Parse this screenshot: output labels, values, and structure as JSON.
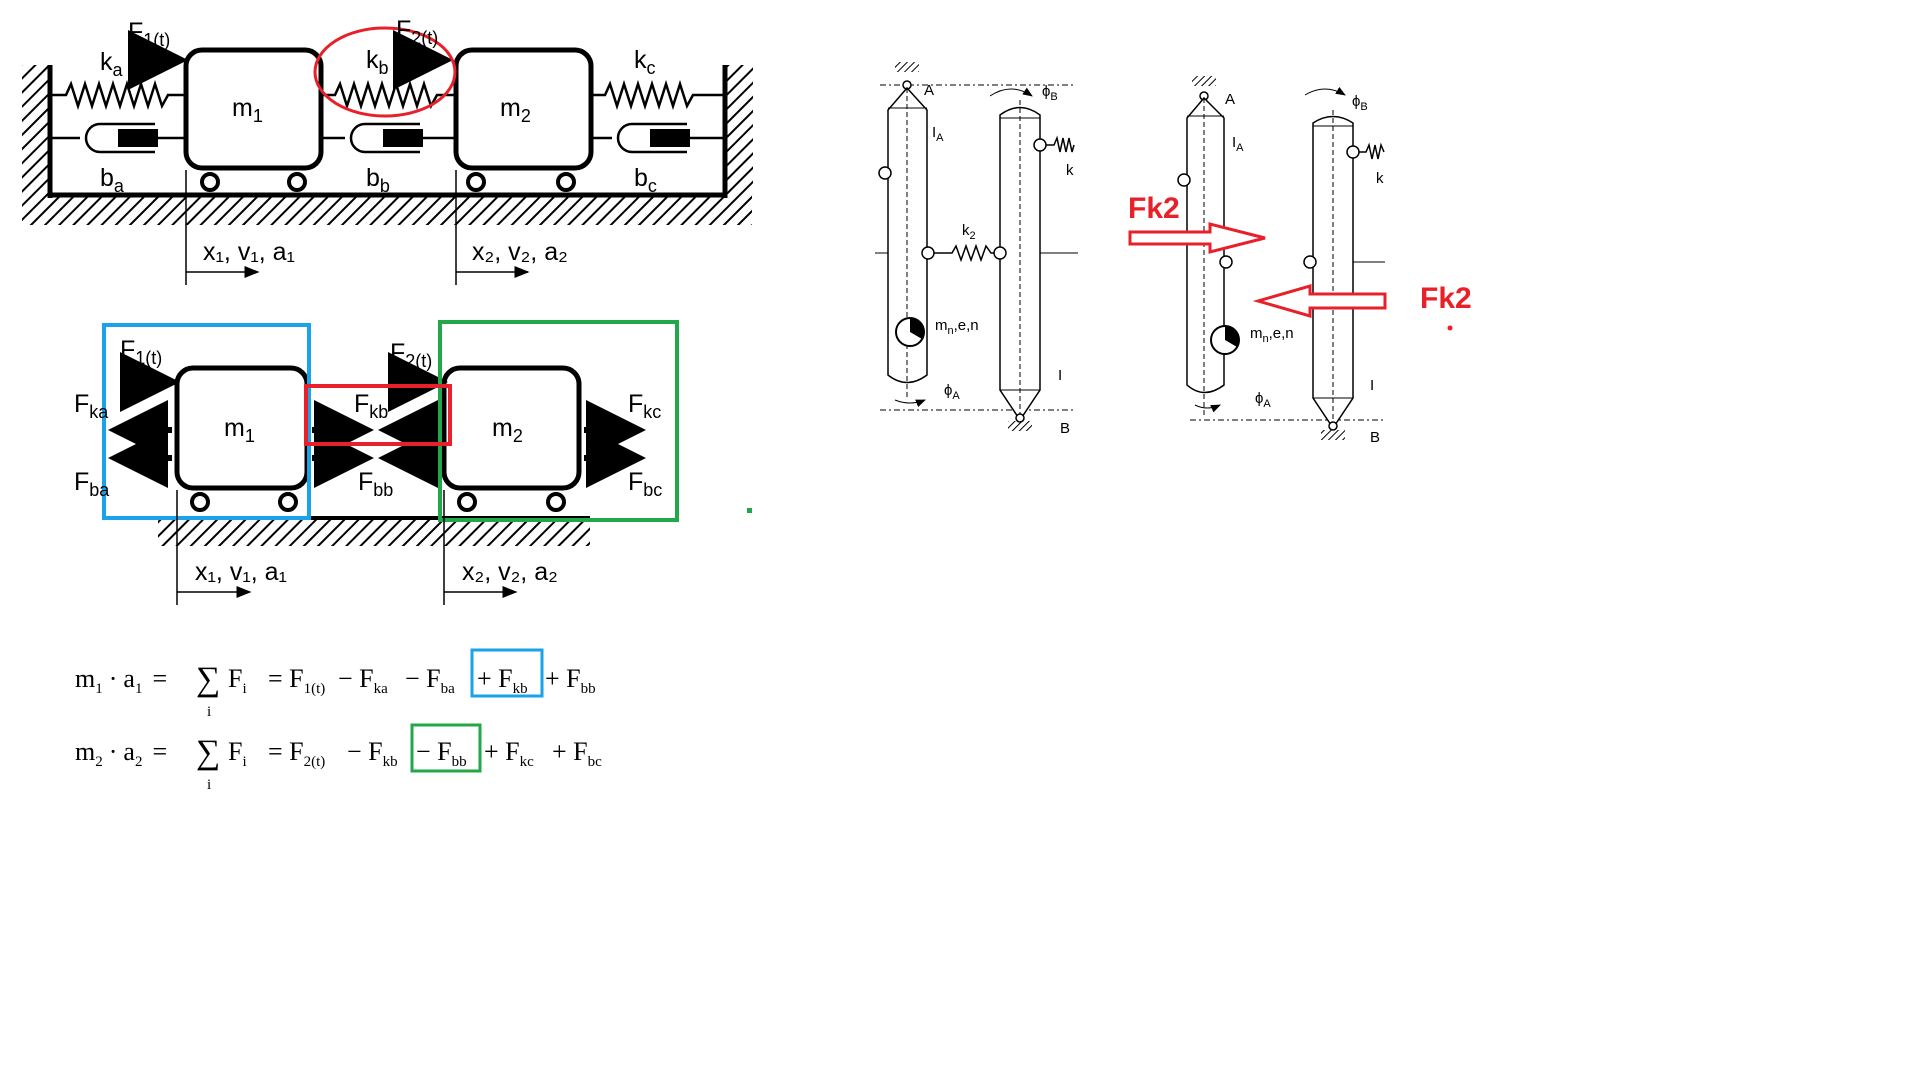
{
  "colors": {
    "ink": "#000000",
    "highlight_red": "#e8202a",
    "highlight_blue": "#1aa3e8",
    "highlight_green": "#22a84a"
  },
  "top_diagram": {
    "force1": "F",
    "force1_sub": "1(t)",
    "force2": "F",
    "force2_sub": "2(t)",
    "spring_a": "k",
    "spring_a_sub": "a",
    "spring_b": "k",
    "spring_b_sub": "b",
    "spring_c": "k",
    "spring_c_sub": "c",
    "damper_a": "b",
    "damper_a_sub": "a",
    "damper_b": "b",
    "damper_b_sub": "b",
    "damper_c": "b",
    "damper_c_sub": "c",
    "mass1": "m",
    "mass1_sub": "1",
    "mass2": "m",
    "mass2_sub": "2",
    "motion1": "x₁, v₁, a₁",
    "motion2": "x₂, v₂, a₂"
  },
  "fbd": {
    "force1": "F",
    "force1_sub": "1(t)",
    "force2": "F",
    "force2_sub": "2(t)",
    "fka": "F",
    "fka_sub": "ka",
    "fba": "F",
    "fba_sub": "ba",
    "fkb": "F",
    "fkb_sub": "kb",
    "fbb": "F",
    "fbb_sub": "bb",
    "fkc": "F",
    "fkc_sub": "kc",
    "fbc": "F",
    "fbc_sub": "bc",
    "mass1": "m",
    "mass1_sub": "1",
    "mass2": "m",
    "mass2_sub": "2",
    "motion1": "x₁, v₁, a₁",
    "motion2": "x₂, v₂, a₂"
  },
  "equations": {
    "eq1": {
      "lhs": "m",
      "lhs_sub1": "1",
      "dot": "·",
      "a": "a",
      "a_sub": "1",
      "eq": "=",
      "sum": "∑",
      "sum_idx": "i",
      "fi": "F",
      "fi_sub": "i",
      "t1": "= F",
      "t1_sub": "1(t)",
      "t2": "− F",
      "t2_sub": "ka",
      "t3": "− F",
      "t3_sub": "ba",
      "t4": "+ F",
      "t4_sub": "kb",
      "t5": "+ F",
      "t5_sub": "bb"
    },
    "eq2": {
      "lhs": "m",
      "lhs_sub1": "2",
      "dot": "·",
      "a": "a",
      "a_sub": "2",
      "eq": "=",
      "sum": "∑",
      "sum_idx": "i",
      "fi": "F",
      "fi_sub": "i",
      "t1": "= F",
      "t1_sub": "2(t)",
      "t2": "− F",
      "t2_sub": "kb",
      "t3": "− F",
      "t3_sub": "bb",
      "t4": "+ F",
      "t4_sub": "kc",
      "t5": "+ F",
      "t5_sub": "bc"
    }
  },
  "rotor_left": {
    "label_a": "A",
    "label_b": "B",
    "inertia_a": "I",
    "inertia_a_sub": "A",
    "inertia_b": "I",
    "phi_a": "ϕ",
    "phi_a_sub": "A",
    "phi_b": "ϕ",
    "phi_b_sub": "B",
    "spring_mid": "k",
    "spring_mid_sub": "2",
    "spring_side": "k",
    "unbalance": "m",
    "unbalance_sub": "n",
    "unbalance_rest": ",e,n"
  },
  "rotor_right": {
    "label_a": "A",
    "label_b": "B",
    "inertia_a": "I",
    "inertia_a_sub": "A",
    "inertia_b": "I",
    "phi_a": "ϕ",
    "phi_a_sub": "A",
    "phi_b": "ϕ",
    "phi_b_sub": "B",
    "spring_side": "k",
    "unbalance": "m",
    "unbalance_sub": "n",
    "unbalance_rest": ",e,n",
    "force_label_left": "Fk2",
    "force_label_right": "Fk2"
  }
}
